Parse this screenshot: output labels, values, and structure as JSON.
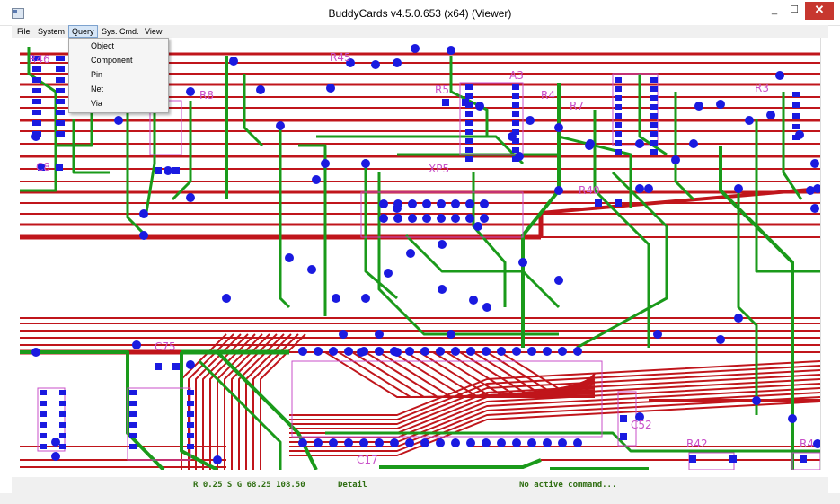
{
  "window": {
    "title": "BuddyCards v4.5.0.653 (x64) (Viewer)",
    "min_label": "_",
    "max_label": "☐",
    "close_label": "✕"
  },
  "menubar": {
    "items": [
      "File",
      "System",
      "Query",
      "Sys. Cmd.",
      "View"
    ],
    "active": "Query"
  },
  "query_menu": {
    "items": [
      "Object",
      "Component",
      "Pin",
      "Net",
      "Via"
    ]
  },
  "pcb": {
    "labels": [
      "R46",
      "R45",
      "R5",
      "A3",
      "R4",
      "R7",
      "R3",
      "R8",
      "C8",
      "XP5",
      "R40",
      "C75",
      "C52",
      "C17",
      "R42",
      "R4"
    ],
    "colors": {
      "track_red": "#c0151b",
      "track_green": "#1a9a1a",
      "pad": "#1a1ae0",
      "outline": "#c84fc8",
      "background": "#ffffff"
    }
  },
  "status": {
    "coords": "R 0.25  S G 68.25 108.50",
    "mode": "Detail",
    "message": "No active command..."
  }
}
